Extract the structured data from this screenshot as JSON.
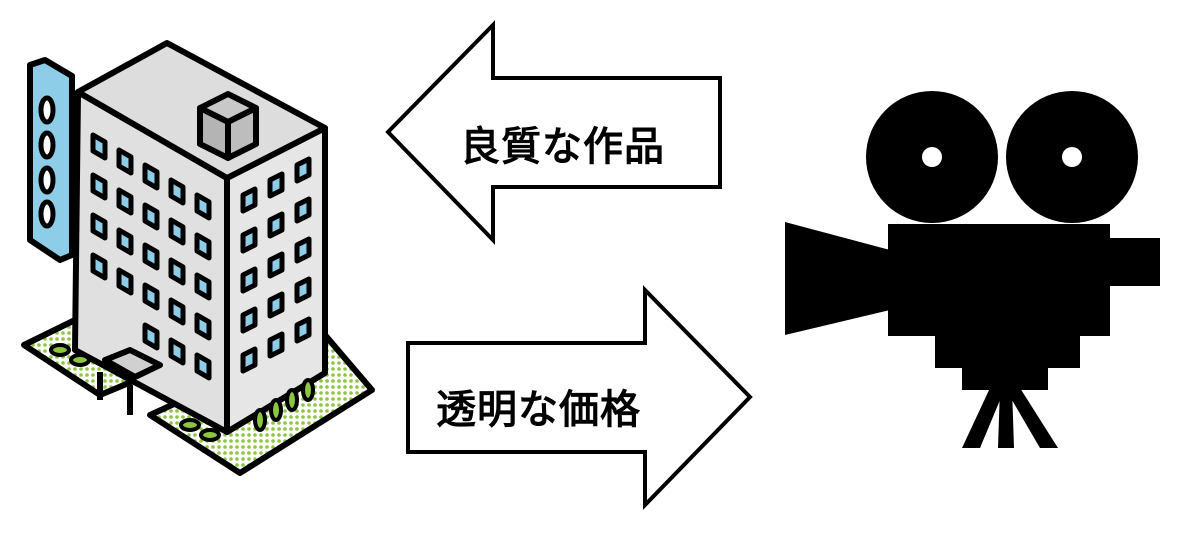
{
  "arrows": {
    "to_company": {
      "label": "良質な作品",
      "direction": "left"
    },
    "to_production": {
      "label": "透明な価格",
      "direction": "right"
    }
  },
  "colors": {
    "outline": "#000000",
    "wall": "#e0e0e0",
    "window": "#8ecde8",
    "sign": "#8ecde8",
    "greenery": "#8cc63f",
    "roof_box": "#b4b4b4"
  }
}
